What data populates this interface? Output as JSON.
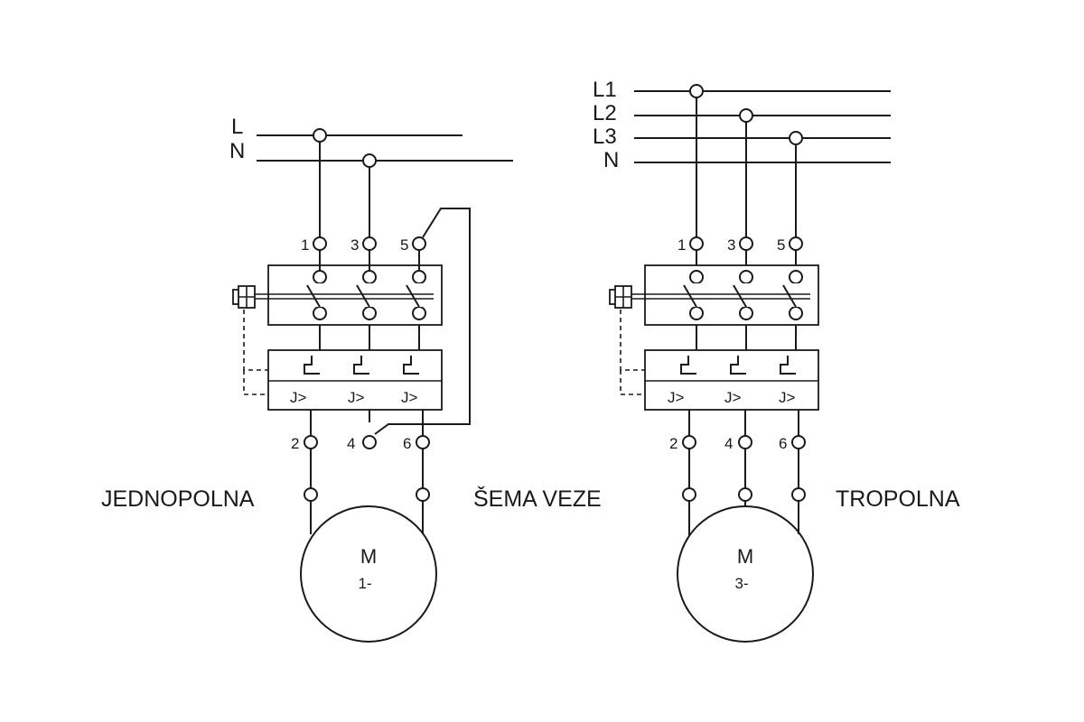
{
  "single_phase": {
    "line_labels": [
      "L",
      "N"
    ],
    "top_terminals": [
      "1",
      "3",
      "5"
    ],
    "bottom_terminals": [
      "2",
      "4",
      "6"
    ],
    "relay_labels": [
      "J>",
      "J>",
      "J>"
    ],
    "motor": {
      "label": "M",
      "phase": "1-"
    },
    "title": "JEDNOPOLNA"
  },
  "three_phase": {
    "line_labels": [
      "L1",
      "L2",
      "L3",
      "N"
    ],
    "top_terminals": [
      "1",
      "3",
      "5"
    ],
    "bottom_terminals": [
      "2",
      "4",
      "6"
    ],
    "relay_labels": [
      "J>",
      "J>",
      "J>"
    ],
    "motor": {
      "label": "M",
      "phase": "3-"
    },
    "title": "TROPOLNA"
  },
  "center_title": "ŠEMA VEZE",
  "colors": {
    "line": "#1a1a1a",
    "background": "#ffffff"
  }
}
